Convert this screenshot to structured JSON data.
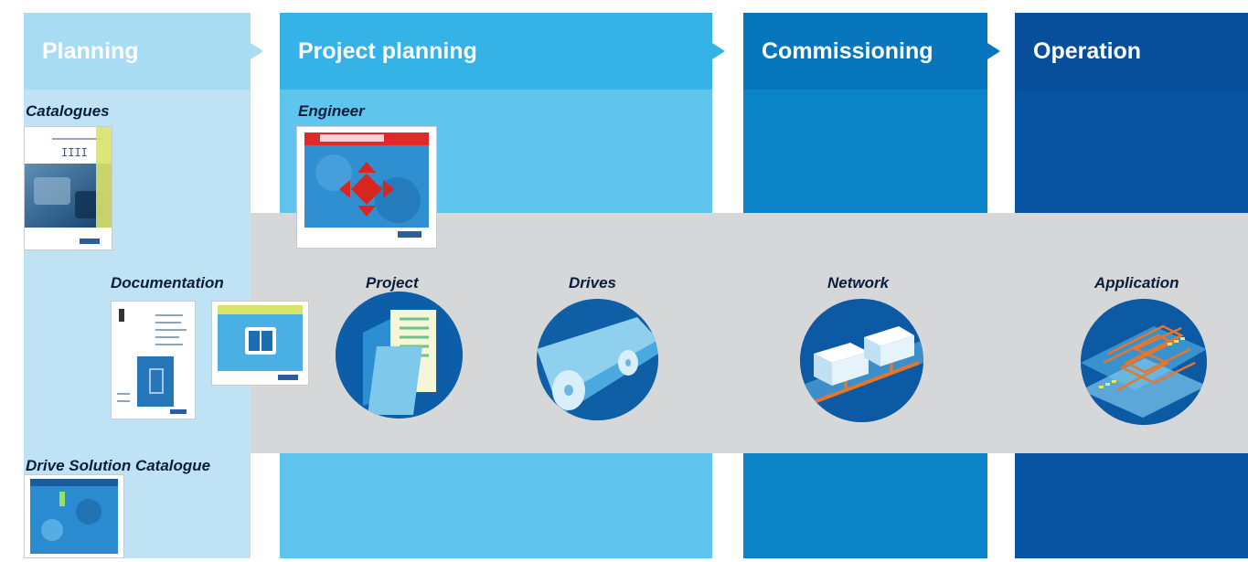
{
  "phases": [
    {
      "label": "Planning"
    },
    {
      "label": "Project planning"
    },
    {
      "label": "Commissioning"
    },
    {
      "label": "Operation"
    }
  ],
  "labels": {
    "catalogues": "Catalogues",
    "engineer": "Engineer",
    "documentation": "Documentation",
    "drive_solution": "Drive Solution Catalogue",
    "project": "Project",
    "drives": "Drives",
    "network": "Network",
    "application": "Application"
  },
  "colors": {
    "planning": "#bfe3f4",
    "project_planning": "#5fc5ec",
    "commissioning": "#0a84c6",
    "operation": "#0a53a0",
    "band": "#d6d7d9",
    "label_text": "#0a1e3c"
  }
}
